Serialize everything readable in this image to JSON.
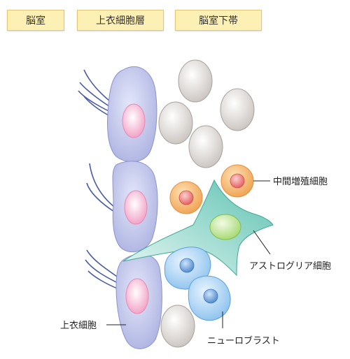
{
  "headers": {
    "ventricle": "脳室",
    "ependymal_layer": "上衣細胞層",
    "subventricular_zone": "脳室下帯"
  },
  "labels": {
    "intermediate_progenitor": "中間増殖細胞",
    "astroglia": "アストログリア細胞",
    "neuroblast": "ニューロブラスト",
    "ependymal_cell": "上衣細胞"
  },
  "colors": {
    "header_fill": "#fdf0b4",
    "ependymal_cell": "#c8cdee",
    "ependymal_nucleus": "#f7c1d8",
    "gray_cell": "#e8e4e1",
    "intermediate_cell": "#f7c88a",
    "intermediate_nucleus": "#ec7f7f",
    "astroglia": "#a8e0d8",
    "astroglia_nucleus": "#c8e8a8",
    "neuroblast": "#bcdcf6",
    "neuroblast_nucleus": "#6aa4de",
    "cilia": "#4a5ba8"
  }
}
